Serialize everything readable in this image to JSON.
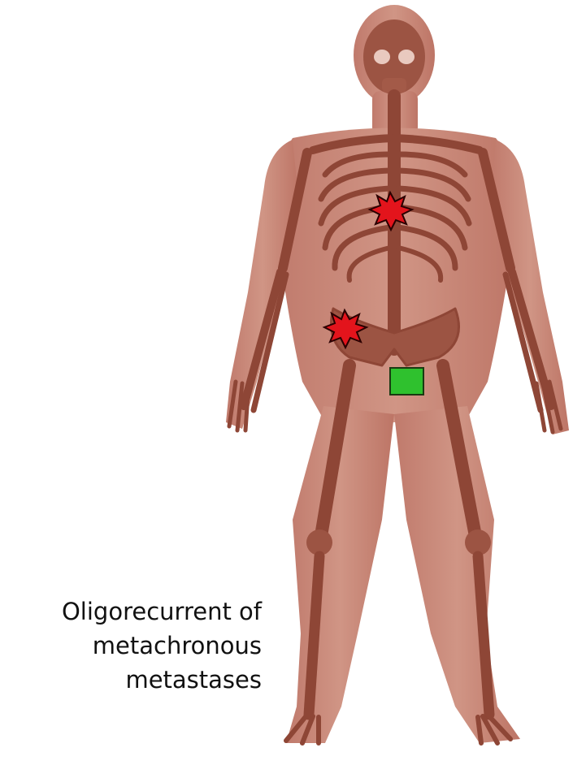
{
  "caption": {
    "line1": "Oligorecurrent of",
    "line2": "metachronous",
    "line3": "metastases"
  },
  "markers": [
    {
      "kind": "starburst",
      "color": "#e3141c",
      "outline": "#2a0000"
    },
    {
      "kind": "starburst",
      "color": "#e3141c",
      "outline": "#2a0000"
    },
    {
      "kind": "square",
      "color": "#2fc12e",
      "outline": "#1a3a12"
    }
  ],
  "colors": {
    "body": "#c9867a",
    "bone": "#8e4636",
    "bone_light": "#b46a5a"
  }
}
